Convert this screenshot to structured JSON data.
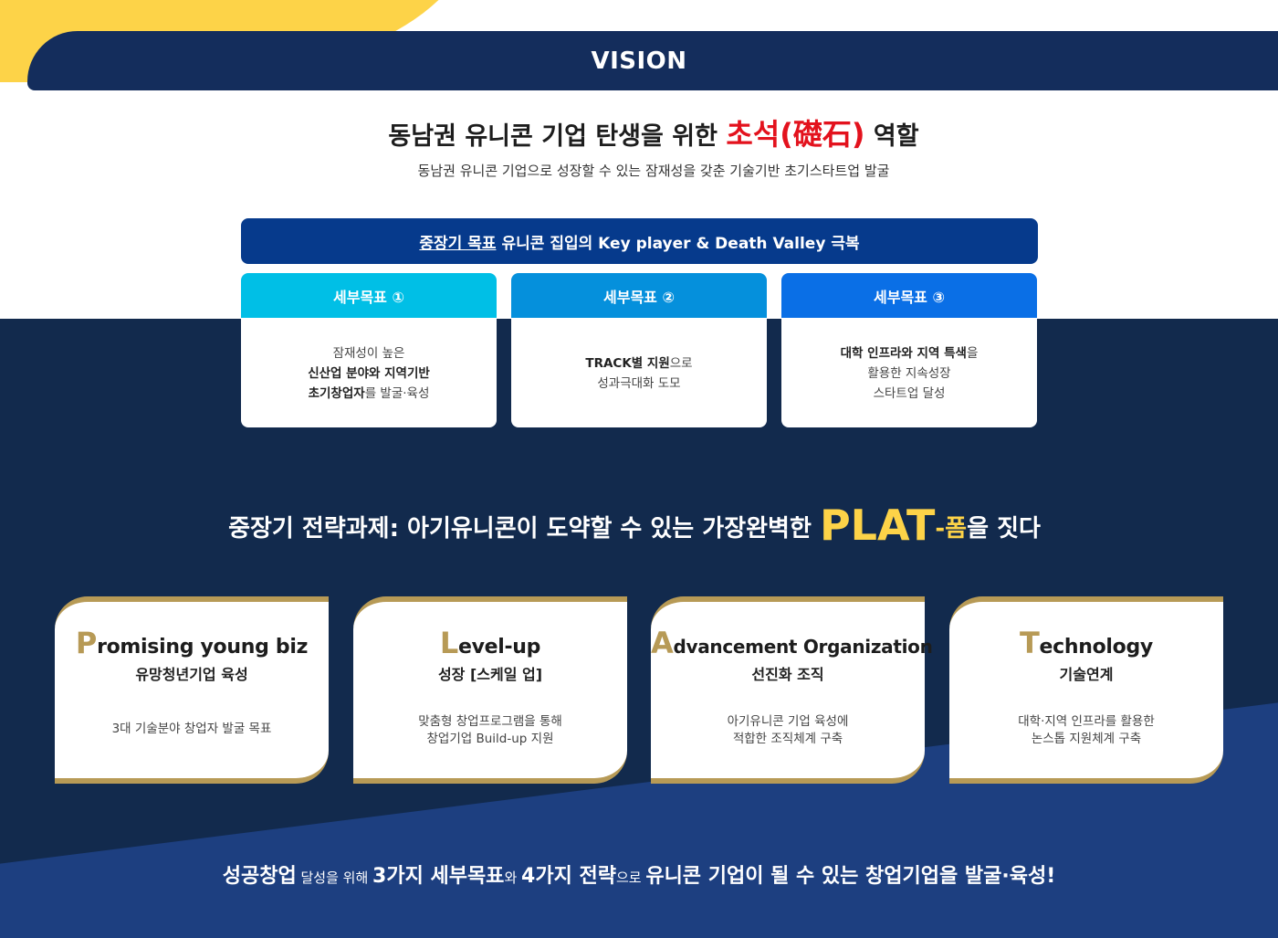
{
  "vision": {
    "label": "VISION"
  },
  "headline": {
    "prefix": "동남권 유니콘 기업 탄생을 위한 ",
    "highlight": "초석(礎石)",
    "suffix": " 역할"
  },
  "subtitle": "동남권 유니콘 기업으로 성장할 수 있는 잠재성을 갖춘 기술기반 초기스타트업 발굴",
  "goal_bar": {
    "label_underline": "중장기 목표",
    "text": "유니콘 집입의 Key player & Death Valley 극복"
  },
  "sub_goals": [
    {
      "title": "세부목표 ①",
      "color": "#00bfe6",
      "lines": [
        {
          "parts": [
            {
              "t": "잠재성이 높은",
              "b": false
            }
          ]
        },
        {
          "parts": [
            {
              "t": "신산업 분야와 지역기반",
              "b": true
            }
          ]
        },
        {
          "parts": [
            {
              "t": "초기창업자",
              "b": true
            },
            {
              "t": "를 발굴·육성",
              "b": false
            }
          ]
        }
      ]
    },
    {
      "title": "세부목표 ②",
      "color": "#0590dc",
      "lines": [
        {
          "parts": [
            {
              "t": "TRACK별 지원",
              "b": true
            },
            {
              "t": "으로",
              "b": false
            }
          ]
        },
        {
          "parts": [
            {
              "t": "성과극대화 도모",
              "b": false
            }
          ]
        }
      ]
    },
    {
      "title": "세부목표 ③",
      "color": "#0a6fe6",
      "lines": [
        {
          "parts": [
            {
              "t": "대학 인프라와 지역 특색",
              "b": true
            },
            {
              "t": "을",
              "b": false
            }
          ]
        },
        {
          "parts": [
            {
              "t": "활용한 지속성장",
              "b": false
            }
          ]
        },
        {
          "parts": [
            {
              "t": "스타트업 달성",
              "b": false
            }
          ]
        }
      ]
    }
  ],
  "strategy": {
    "prefix": "중장기 전략과제: 아기유니콘이 도약할 수 있는 가장완벽한 ",
    "plat": "PLAT",
    "pom": "-폼",
    "suffix": "을 짓다"
  },
  "plat_cards": [
    {
      "cap": "P",
      "rest": "romising young biz",
      "ko": "유망청년기업 육성",
      "desc": [
        "3대 기술분야 창업자 발굴 목표"
      ]
    },
    {
      "cap": "L",
      "rest": "evel-up",
      "ko": "성장 [스케일 업]",
      "desc": [
        "맞춤형 창업프로그램을 통해",
        "창업기업 Build-up 지원"
      ]
    },
    {
      "cap": "A",
      "rest": "dvancement Organization",
      "ko": "선진화 조직",
      "desc": [
        "아기유니콘 기업 육성에",
        "적합한 조직체계 구축"
      ]
    },
    {
      "cap": "T",
      "rest": "echnology",
      "ko": "기술연계",
      "desc": [
        "대학·지역 인프라를 활용한",
        "논스톱 지원체계 구축"
      ]
    }
  ],
  "bottom": {
    "parts": [
      {
        "t": "성공창업",
        "big": true
      },
      {
        "t": " 달성을 위해 ",
        "big": false
      },
      {
        "t": "3가지 세부목표",
        "big": true
      },
      {
        "t": "와 ",
        "big": false
      },
      {
        "t": "4가지 전략",
        "big": true
      },
      {
        "t": "으로 ",
        "big": false
      },
      {
        "t": "유니콘 기업이 될 수 있는 창업기업을 발굴·육성!",
        "big": true
      }
    ]
  },
  "colors": {
    "navy": "#142d5c",
    "dark_bg": "#122a4d",
    "gold": "#b79a56",
    "yellow": "#fdd348",
    "red": "#e3121d"
  }
}
